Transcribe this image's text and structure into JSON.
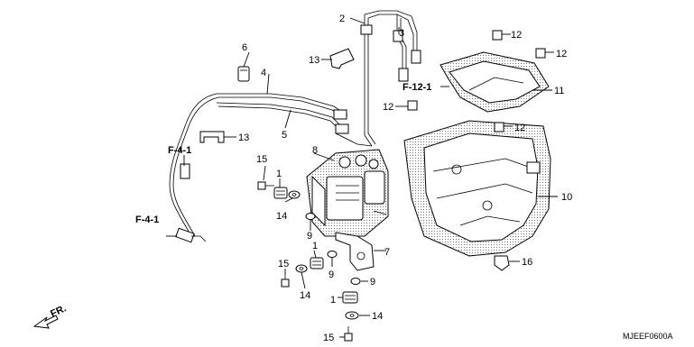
{
  "diagram": {
    "catalog_code": "MJEEF0600A",
    "direction_label": "FR.",
    "references": {
      "f_4_1_upper": "F-4-1",
      "f_4_1_lower": "F-4-1",
      "f_12_1": "F-12-1"
    },
    "callouts": {
      "c1a": "1",
      "c1b": "1",
      "c1c": "1",
      "c2": "2",
      "c3": "3",
      "c4": "4",
      "c5": "5",
      "c6": "6",
      "c7": "7",
      "c8": "8",
      "c9a": "9",
      "c9b": "9",
      "c9c": "9",
      "c10": "10",
      "c11": "11",
      "c12a": "12",
      "c12b": "12",
      "c12c": "12",
      "c12d": "12",
      "c13a": "13",
      "c13b": "13",
      "c14a": "14",
      "c14b": "14",
      "c14c": "14",
      "c15a": "15",
      "c15b": "15",
      "c15c": "15",
      "c16": "16"
    }
  }
}
